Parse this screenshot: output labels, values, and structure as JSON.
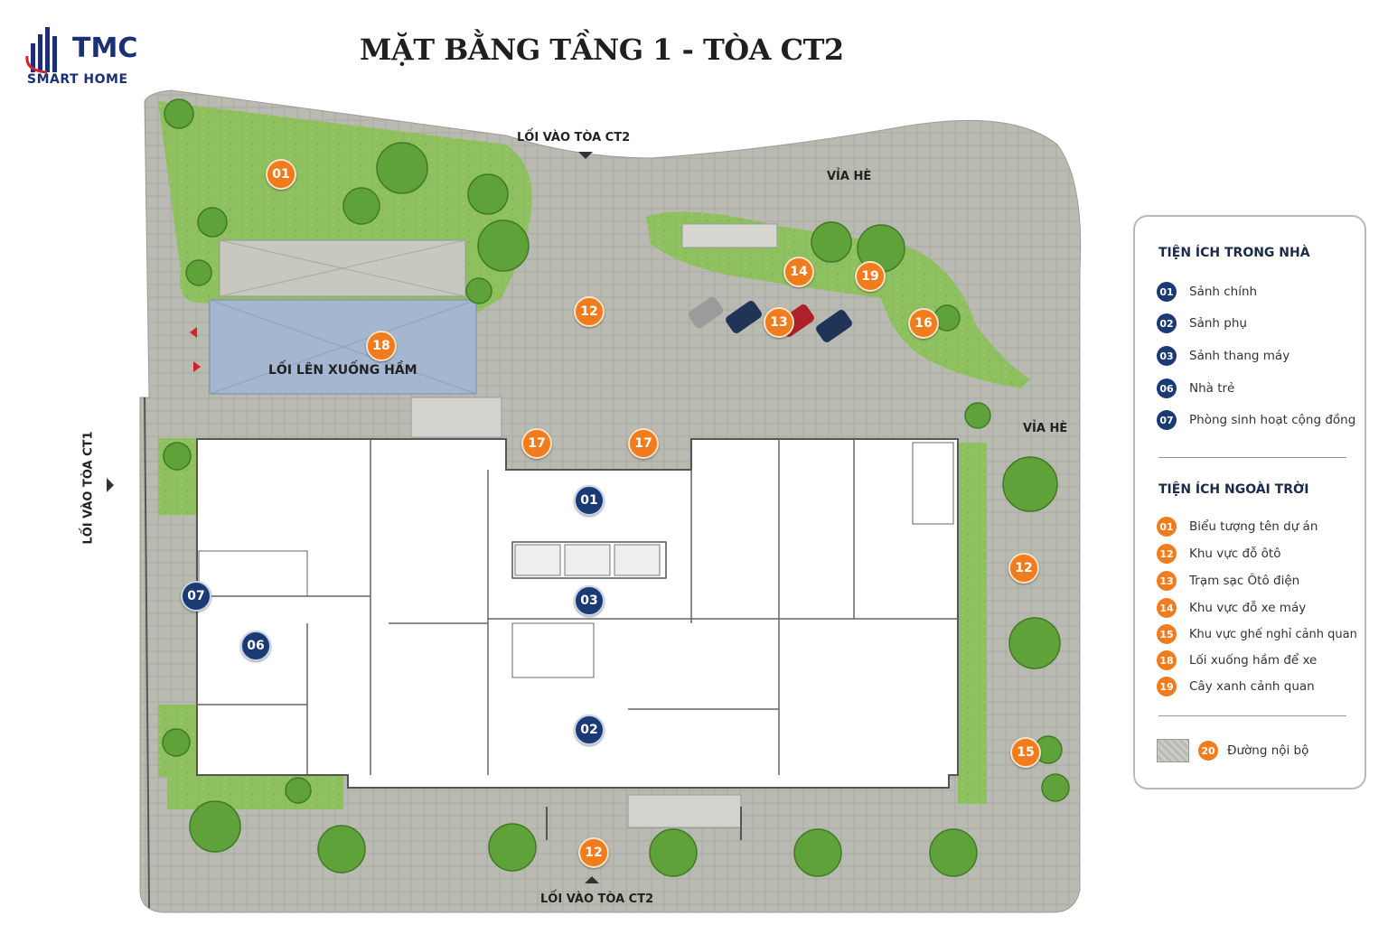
{
  "brand": {
    "name": "TMC",
    "tagline": "SMART HOME"
  },
  "title": "MẶT BẰNG TẦNG 1 - TÒA CT2",
  "map_labels": {
    "entry_top": "LỐI VÀO TÒA CT2",
    "entry_bottom": "LỐI VÀO TÒA CT2",
    "entry_left": "LỐI VÀO TÒA CT1",
    "sidewalk_top": "VỈA HÈ",
    "sidewalk_right": "VỈA HÈ",
    "ramp": "LỐI LÊN XUỐNG HẦM"
  },
  "badges": [
    {
      "num": "01",
      "kind": "outdoor"
    },
    {
      "num": "12",
      "kind": "outdoor"
    },
    {
      "num": "14",
      "kind": "outdoor"
    },
    {
      "num": "19",
      "kind": "outdoor"
    },
    {
      "num": "13",
      "kind": "outdoor"
    },
    {
      "num": "16",
      "kind": "outdoor"
    },
    {
      "num": "18",
      "kind": "outdoor"
    },
    {
      "num": "17",
      "kind": "outdoor"
    },
    {
      "num": "17",
      "kind": "outdoor"
    },
    {
      "num": "01",
      "kind": "indoor"
    },
    {
      "num": "03",
      "kind": "indoor"
    },
    {
      "num": "02",
      "kind": "indoor"
    },
    {
      "num": "07",
      "kind": "indoor"
    },
    {
      "num": "06",
      "kind": "indoor"
    },
    {
      "num": "12",
      "kind": "outdoor"
    },
    {
      "num": "15",
      "kind": "outdoor"
    },
    {
      "num": "12",
      "kind": "outdoor"
    }
  ],
  "legend": {
    "indoor_title": "TIỆN ÍCH TRONG NHÀ",
    "indoor": [
      {
        "num": "01",
        "label": "Sảnh chính"
      },
      {
        "num": "02",
        "label": "Sảnh phụ"
      },
      {
        "num": "03",
        "label": "Sảnh thang máy"
      },
      {
        "num": "06",
        "label": "Nhà trẻ"
      },
      {
        "num": "07",
        "label": "Phòng sinh hoạt cộng đồng"
      }
    ],
    "outdoor_title": "TIỆN ÍCH NGOÀI TRỜI",
    "outdoor": [
      {
        "num": "01",
        "label": "Biểu tượng tên dự án"
      },
      {
        "num": "12",
        "label": "Khu vực đỗ ôtô"
      },
      {
        "num": "13",
        "label": "Trạm sạc Ôtô điện"
      },
      {
        "num": "14",
        "label": "Khu vực đỗ xe máy"
      },
      {
        "num": "15",
        "label": "Khu vực ghế nghỉ cảnh quan"
      },
      {
        "num": "18",
        "label": "Lối xuống hầm để xe"
      },
      {
        "num": "19",
        "label": "Cây xanh cảnh quan"
      }
    ],
    "road": {
      "num": "20",
      "label": "Đường nội bộ"
    }
  },
  "colors": {
    "brand_navy": "#1b2f74",
    "outdoor_orange": "#f07c1e",
    "indoor_navy": "#1a3a74",
    "paving": "#b8bab1",
    "lawn": "#8fc060",
    "building_floor": "#ffffff",
    "ramp_blue": "#a4b6d0"
  }
}
